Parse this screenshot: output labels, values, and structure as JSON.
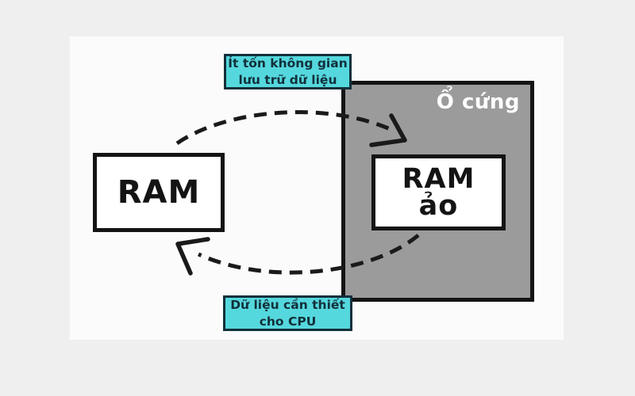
{
  "diagram": {
    "boxes": {
      "ram": {
        "label": "RAM"
      },
      "virtual_ram": {
        "line1": "RAM",
        "line2": "ảo"
      },
      "hard_drive": {
        "label": "Ổ cứng"
      }
    },
    "annotations": {
      "top": {
        "line1": "Ít tốn không gian",
        "line2": "lưu trữ dữ liệu"
      },
      "bottom": {
        "line1": "Dữ liệu cần thiết",
        "line2": "cho CPU"
      }
    },
    "arrows": {
      "top": "ram-to-virtual-ram",
      "bottom": "virtual-ram-to-ram"
    },
    "colors": {
      "background": "#efefef",
      "canvas": "#fbfbfb",
      "annotation_fill": "#55d8dd",
      "annotation_text": "#12303b",
      "hard_drive_fill": "#9b9b9b",
      "hard_drive_text": "#ffffff",
      "box_border": "#141414",
      "arrow": "#1a1a1a"
    }
  }
}
